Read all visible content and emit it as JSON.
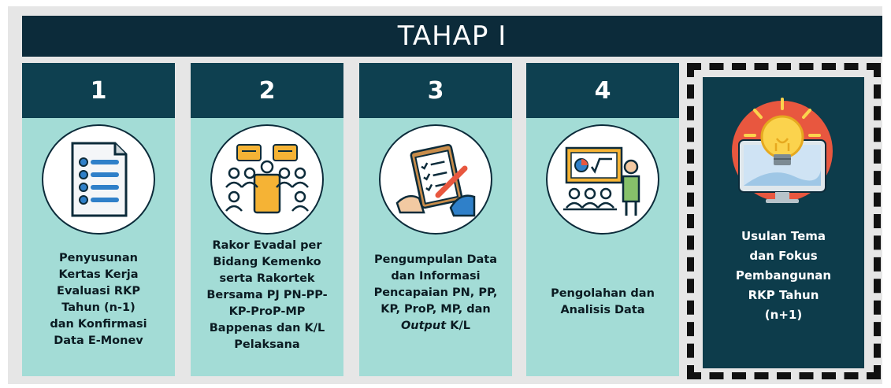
{
  "title": "TAHAP I",
  "steps": [
    {
      "number": "1",
      "lines": [
        "Penyusunan",
        "Kertas Kerja",
        "Evaluasi RKP",
        "Tahun (n-1)",
        "dan Konfirmasi",
        "Data E-Monev"
      ],
      "icon": "document-list-icon"
    },
    {
      "number": "2",
      "lines": [
        "Rakor Evadal per",
        "Bidang Kemenko",
        "serta Rakortek",
        "Bersama PJ PN-PP-",
        "KP-ProP-MP",
        "Bappenas dan K/L",
        "Pelaksana"
      ],
      "icon": "meeting-people-icon"
    },
    {
      "number": "3",
      "lines": [
        "Pengumpulan Data",
        "dan Informasi",
        "Pencapaian PN, PP,",
        "KP, ProP, MP, dan"
      ],
      "last_line_italic": "Output",
      "last_line_rest": " K/L",
      "icon": "clipboard-checklist-icon"
    },
    {
      "number": "4",
      "lines": [
        "Pengolahan dan",
        "Analisis Data"
      ],
      "icon": "presentation-board-icon"
    }
  ],
  "result": {
    "lines": [
      "Usulan Tema",
      "dan Fokus",
      "Pembangunan",
      "RKP Tahun",
      "(n+1)"
    ],
    "icon": "lightbulb-monitor-icon"
  },
  "colors": {
    "title_bg": "#0c2b3a",
    "step_head_bg": "#0e4050",
    "step_body_bg": "#a3dcd6",
    "result_bg": "#0d3c4b"
  }
}
